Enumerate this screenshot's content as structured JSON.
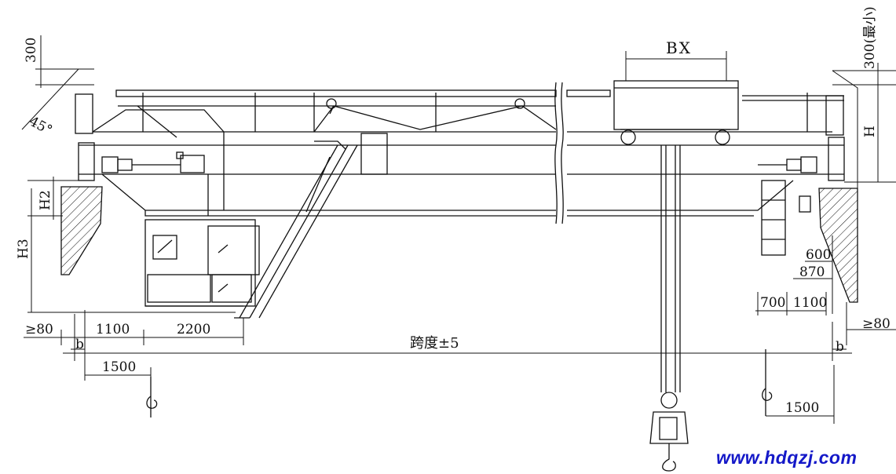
{
  "labels": {
    "top_300": "300",
    "angle_45": "45°",
    "h2": "H2",
    "h3": "H3",
    "h": "H",
    "bx": "BX",
    "top_right_300": "300(最小)",
    "ge80_left": "≥80",
    "ge80_right": "≥80",
    "d1100_left": "1100",
    "d2200": "2200",
    "b_left": "b",
    "b_right": "b",
    "span": "跨度±5",
    "d1500_left": "1500",
    "d1500_right": "1500",
    "d600": "600",
    "d870": "870",
    "d700": "700",
    "d1100_right": "1100"
  },
  "watermark": "www.hdqzj.com",
  "colors": {
    "line": "#111111",
    "watermark": "#1418c8"
  }
}
